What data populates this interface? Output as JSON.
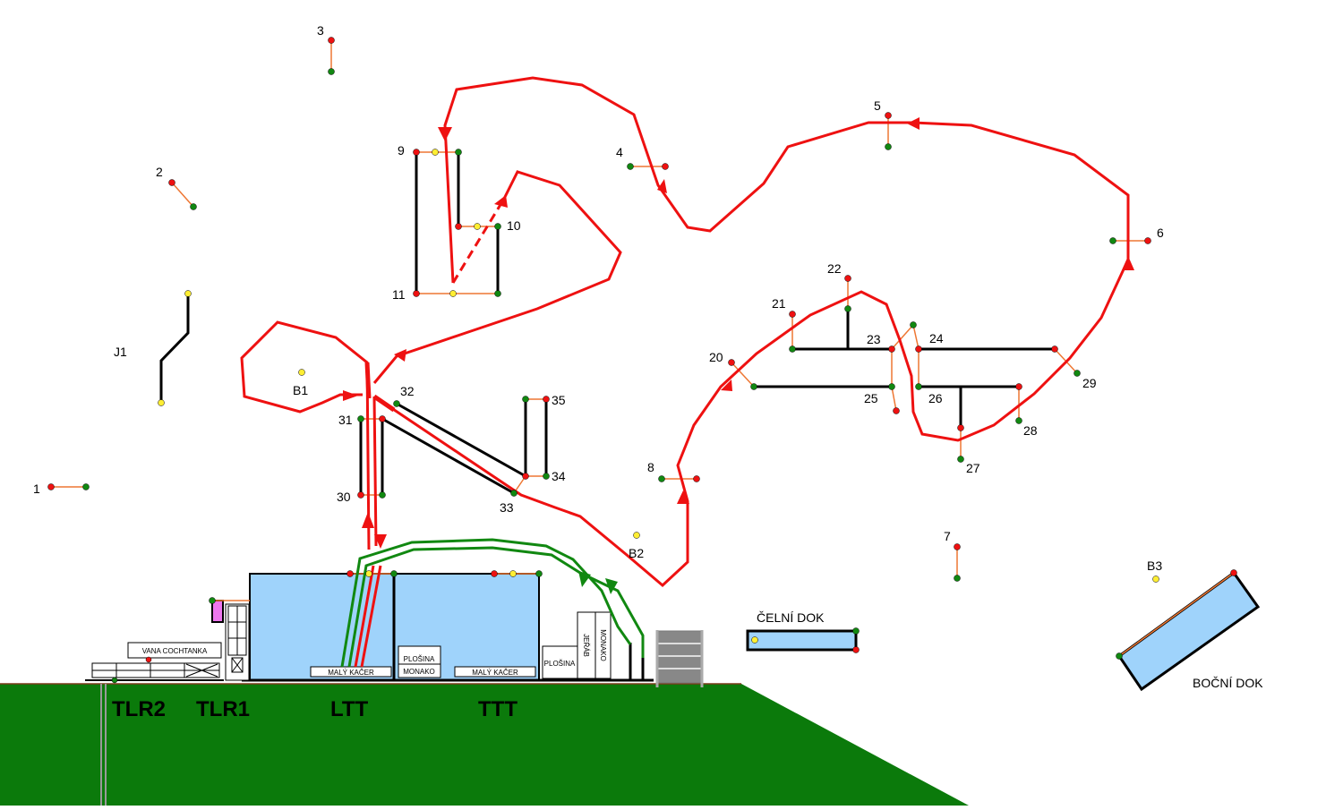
{
  "numbers": [
    "1",
    "2",
    "3",
    "4",
    "5",
    "6",
    "7",
    "8",
    "9",
    "10",
    "11",
    "20",
    "21",
    "22",
    "23",
    "24",
    "25",
    "26",
    "27",
    "28",
    "29",
    "30",
    "31",
    "32",
    "33",
    "34",
    "35"
  ],
  "buoys": {
    "b1": "B1",
    "b2": "B2",
    "b3": "B3",
    "j1": "J1"
  },
  "docks": {
    "celni": "ČELNÍ DOK",
    "bocni": "BOČNÍ DOK"
  },
  "stations": {
    "tlr2": "TLR2",
    "tlr1": "TLR1",
    "ltt": "LTT",
    "ttt": "TTT"
  },
  "boxes": {
    "vana": "VANA COCHTANKA",
    "maly1": "MALÝ KAČER",
    "maly2": "MALÝ KAČER",
    "plosina1": "PLOŠINA",
    "monako1": "MONAKO",
    "plosina2": "PLOŠINA",
    "jerab": "JEŘÁB",
    "monako2": "MONAKO"
  },
  "colors": {
    "route": "#ee1111",
    "green_route": "#118811",
    "water": "#9fd3fb",
    "ground": "#0b7a0b",
    "gate": "#ee7733"
  }
}
